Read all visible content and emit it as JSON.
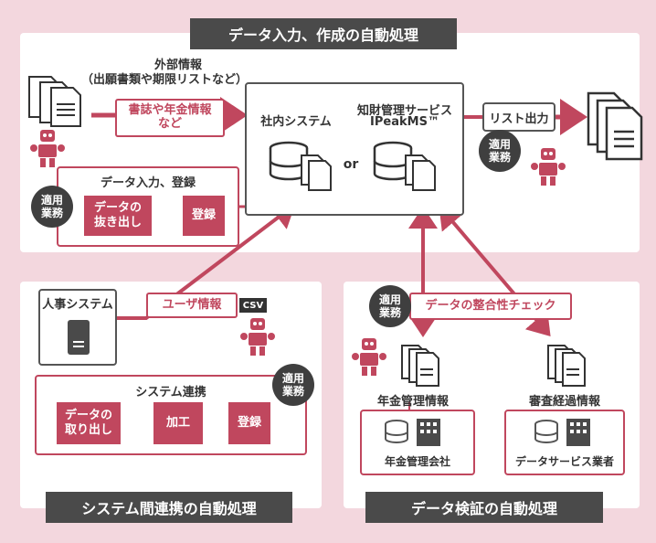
{
  "top_section": {
    "title": "データ入力、作成の自動処理",
    "external_info_line1": "外部情報",
    "external_info_line2": "（出願書類や期限リストなど）",
    "bib_label_line1": "書誌や年金情報",
    "bib_label_line2": "など",
    "data_entry_title": "データ入力、登録",
    "extract_line1": "データの",
    "extract_line2": "抜き出し",
    "register": "登録",
    "internal_system": "社内システム",
    "or": "or",
    "ipeak_line1": "知財管理サービス",
    "ipeak_line2": "IPeakMS™",
    "list_output": "リスト出力"
  },
  "badge": {
    "line1": "適用",
    "line2": "業務"
  },
  "left_section": {
    "hr_system": "人事システム",
    "user_info": "ユーザ情報",
    "csv": "CSV",
    "system_link_title": "システム連携",
    "takeout_line1": "データの",
    "takeout_line2": "取り出し",
    "process": "加工",
    "register": "登録",
    "footer": "システム間連携の自動処理"
  },
  "right_section": {
    "consistency_check": "データの整合性チェック",
    "annuity_info": "年金管理情報",
    "exam_info": "審査経過情報",
    "annuity_company": "年金管理会社",
    "data_service": "データサービス業者",
    "footer": "データ検証の自動処理"
  },
  "colors": {
    "accent": "#c0475e",
    "dark": "#4a4a4a",
    "background": "#f3d7de"
  }
}
